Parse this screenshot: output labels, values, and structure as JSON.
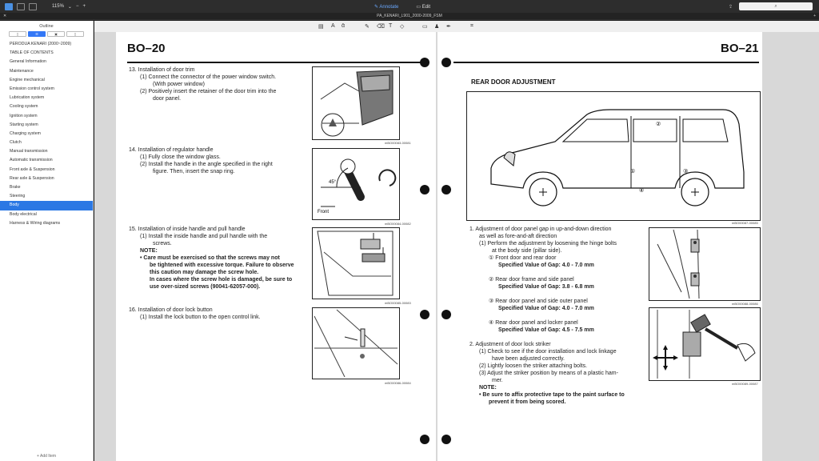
{
  "toolbar": {
    "zoom": "115%",
    "annotate": "Annotate",
    "edit": "Edit"
  },
  "tab_title": "PA_KENARI_L901_2000-2009_FSM",
  "sidebar": {
    "title": "Outline",
    "items": [
      "PERODUA KENARI (2000~2009)",
      "TABLE OF CONTENTS",
      "General Information",
      "Maintenance",
      "Engine mechanical",
      "Emission control system",
      "Lubrication system",
      "Cooling system",
      "Ignition system",
      "Starting system",
      "Charging system",
      "Clutch",
      "Manual transmission",
      "Automatic transmission",
      "Front axle & Suspension",
      "Rear axle & Suspension",
      "Brake",
      "Steering",
      "Body",
      "Body electrical",
      "Harness & Wiring diagrams"
    ],
    "selected": "Body",
    "add_item": "+ Add Item"
  },
  "left_page": {
    "header": "BO–20",
    "s13": {
      "t": "13.  Installation of door trim",
      "l1": "(1)  Connect the connector of the power window switch.",
      "l2": "(With power window)",
      "l3": "(2)  Positively insert the retainer of the door trim into the",
      "l4": "door panel."
    },
    "s14": {
      "t": "14.  Installation of regulator handle",
      "l1": "(1)  Fully close the window glass.",
      "l2": "(2)  Install the handle in the angle specified in the right",
      "l3": "figure. Then, insert the snap ring."
    },
    "s15": {
      "t": "15.  Installation of inside handle and pull handle",
      "l1": "(1)  Install the inside handle and pull handle with the",
      "l2": "screws.",
      "note": "NOTE:",
      "n1": "•  Care must be exercised so that the screws may not",
      "n2": "be tightened with excessive torque. Failure to observe",
      "n3": "this caution may damage the screw hole.",
      "n4": "In cases where the screw hole is damaged, be sure to",
      "n5": "use over-sized screws (90041-62057-000)."
    },
    "s16": {
      "t": "16.  Installation of door lock button",
      "l1": "(1)  Install the lock button to the open control link."
    },
    "fig_ids": [
      "mBO00083-00081",
      "mBO00084-00082",
      "mBO00085-00083",
      "mBO00086-00084"
    ],
    "angle_label": "45°",
    "front_label": "Front"
  },
  "right_page": {
    "header": "BO–21",
    "title": "REAR DOOR ADJUSTMENT",
    "p1": "1.  Adjustment of door panel gap in up-and-down direction",
    "p1b": "as well as fore-and-aft direction",
    "p1c": "(1)  Perform the adjustment by loosening the hinge bolts",
    "p1d": "at the body side (pillar side).",
    "g1": "①  Front door and rear door",
    "g1v": "Specified Value of Gap:  4.0 - 7.0 mm",
    "g2": "②  Rear door frame and side panel",
    "g2v": "Specified Value of Gap:  3.8 - 6.8 mm",
    "g3": "③  Rear door panel and side outer panel",
    "g3v": "Specified Value of Gap:  4.0 - 7.0 mm",
    "g4": "④  Rear door panel and locker panel",
    "g4v": "Specified Value of Gap:  4.5 - 7.5 mm",
    "p2": "2.  Adjustment of door lock striker",
    "p2a": "(1)  Check to see if the door installation and lock linkage",
    "p2b": "have been adjusted correctly.",
    "p2c": "(2)  Lightly loosen the striker attaching bolts.",
    "p2d": "(3)  Adjust the striker position by means of a plastic ham-",
    "p2e": "mer.",
    "note": "NOTE:",
    "n1": "•  Be sure to affix protective tape to the paint surface to",
    "n2": "prevent it from being scored.",
    "fig_ids": [
      "mBO00087-00085",
      "mBO00088-00086",
      "mBO00089-00087"
    ],
    "callouts": [
      "①",
      "②",
      "③",
      "④"
    ]
  }
}
